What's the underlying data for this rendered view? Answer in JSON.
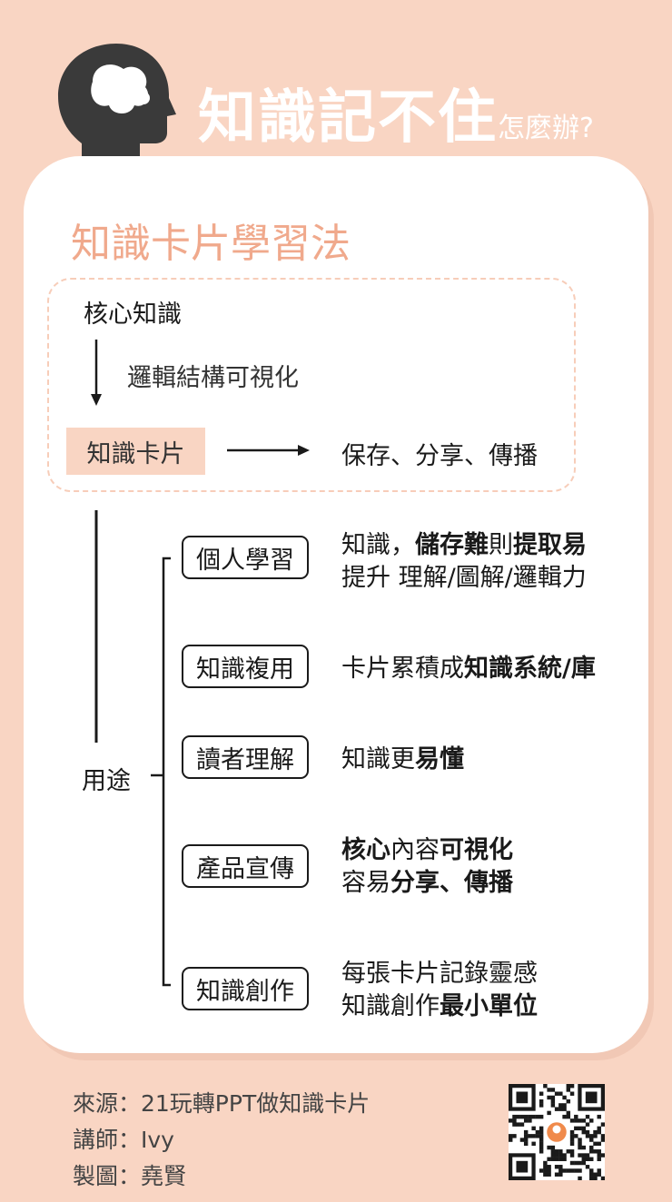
{
  "header": {
    "title": "知識記不住",
    "subtitle": "怎麼辦?"
  },
  "method_title": "知識卡片學習法",
  "flow": {
    "core": "核心知識",
    "step": "邏輯結構可視化",
    "card": "知識卡片",
    "result": "保存、分享、傳播"
  },
  "uses": {
    "label": "用途",
    "items": [
      {
        "name": "個人學習",
        "lines": [
          [
            {
              "t": "知識，",
              "b": false
            },
            {
              "t": "儲存難",
              "b": true
            },
            {
              "t": "則",
              "b": false
            },
            {
              "t": "提取易",
              "b": true
            }
          ],
          [
            {
              "t": "提升 理解/圖解/邏輯力",
              "b": false
            }
          ]
        ]
      },
      {
        "name": "知識複用",
        "lines": [
          [
            {
              "t": "卡片累積成",
              "b": false
            },
            {
              "t": "知識系統/庫",
              "b": true
            }
          ]
        ]
      },
      {
        "name": "讀者理解",
        "lines": [
          [
            {
              "t": "知識更",
              "b": false
            },
            {
              "t": "易懂",
              "b": true
            }
          ]
        ]
      },
      {
        "name": "產品宣傳",
        "lines": [
          [
            {
              "t": "核心",
              "b": true
            },
            {
              "t": "內容",
              "b": false
            },
            {
              "t": "可視化",
              "b": true
            }
          ],
          [
            {
              "t": "容易",
              "b": false
            },
            {
              "t": "分享、傳播",
              "b": true
            }
          ]
        ]
      },
      {
        "name": "知識創作",
        "lines": [
          [
            {
              "t": "每張卡片記錄靈感",
              "b": false
            }
          ],
          [
            {
              "t": "知識創作",
              "b": false
            },
            {
              "t": "最小單位",
              "b": true
            }
          ]
        ]
      }
    ]
  },
  "footer": {
    "source": "來源：21玩轉PPT做知識卡片",
    "teacher": "講師：Ivy",
    "author": "製圖：堯賢"
  },
  "colors": {
    "background": "#f9d5c3",
    "accent": "#f0a98c",
    "card": "#ffffff",
    "ink": "#1a1a1a"
  },
  "icons": [
    "head-brain-icon",
    "qr-code-icon"
  ]
}
